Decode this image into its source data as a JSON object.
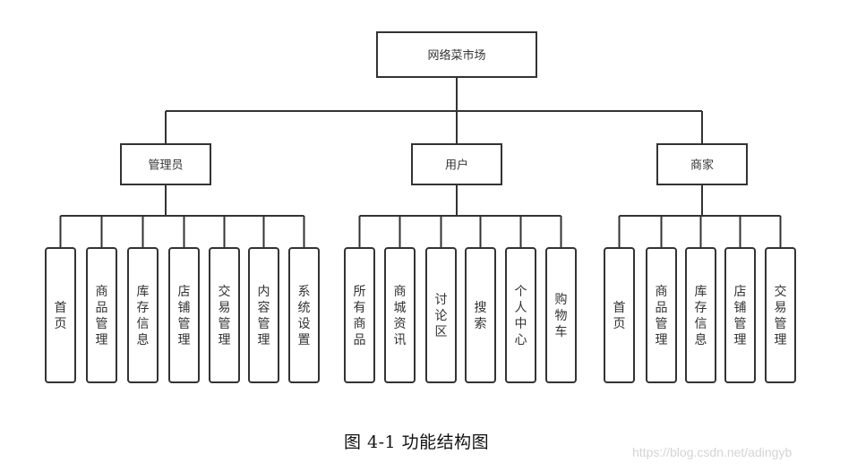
{
  "diagram": {
    "type": "org-tree",
    "root": "网络菜市场",
    "branches": [
      {
        "label": "管理员",
        "children": [
          "首页",
          "商品管理",
          "库存信息",
          "店铺管理",
          "交易管理",
          "内容管理",
          "系统设置"
        ]
      },
      {
        "label": "用户",
        "children": [
          "所有商品",
          "商城资讯",
          "讨论区",
          "搜索",
          "个人中心",
          "购物车"
        ]
      },
      {
        "label": "商家",
        "children": [
          "首页",
          "商品管理",
          "库存信息",
          "店铺管理",
          "交易管理"
        ]
      }
    ],
    "line_color": "#333333",
    "box_fill": "#ffffff"
  },
  "caption": "图 4-1  功能结构图",
  "watermark": "https://blog.csdn.net/adingyb"
}
